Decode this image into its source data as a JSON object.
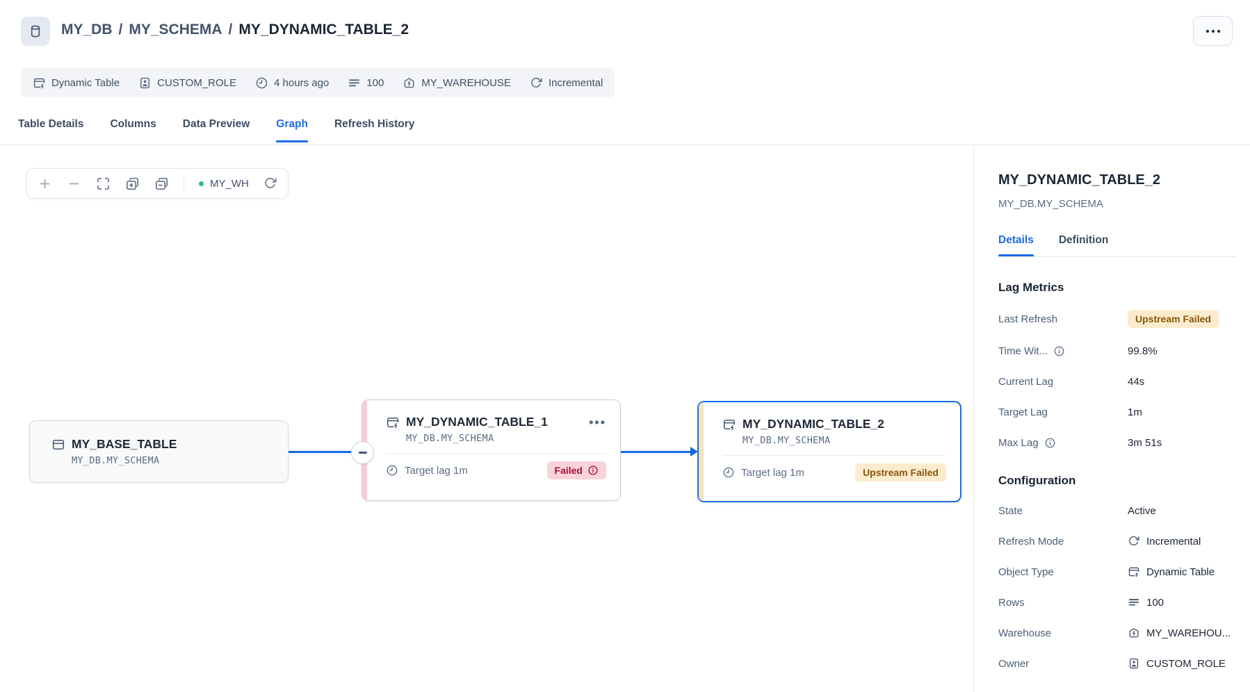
{
  "header": {
    "breadcrumb": [
      "MY_DB",
      "MY_SCHEMA"
    ],
    "separator": "/",
    "title": "MY_DYNAMIC_TABLE_2"
  },
  "metadata": {
    "items": [
      {
        "icon": "dynamic-table-icon",
        "label": "Dynamic Table"
      },
      {
        "icon": "role-icon",
        "label": "CUSTOM_ROLE"
      },
      {
        "icon": "clock-icon",
        "label": "4 hours ago"
      },
      {
        "icon": "rows-icon",
        "label": "100"
      },
      {
        "icon": "warehouse-icon",
        "label": "MY_WAREHOUSE"
      },
      {
        "icon": "refresh-icon",
        "label": "Incremental"
      }
    ]
  },
  "tabs": {
    "items": [
      "Table Details",
      "Columns",
      "Data Preview",
      "Graph",
      "Refresh History"
    ],
    "active": "Graph"
  },
  "graph": {
    "toolbar": {
      "warehouse": "MY_WH"
    },
    "nodes": [
      {
        "name": "MY_BASE_TABLE",
        "schema": "MY_DB.MY_SCHEMA"
      },
      {
        "name": "MY_DYNAMIC_TABLE_1",
        "schema": "MY_DB.MY_SCHEMA",
        "lag": "Target lag 1m",
        "status": "Failed"
      },
      {
        "name": "MY_DYNAMIC_TABLE_2",
        "schema": "MY_DB.MY_SCHEMA",
        "lag": "Target lag 1m",
        "status": "Upstream Failed"
      }
    ]
  },
  "panel": {
    "title": "MY_DYNAMIC_TABLE_2",
    "schema": "MY_DB.MY_SCHEMA",
    "tabs": [
      "Details",
      "Definition"
    ],
    "active_tab": "Details",
    "lag_metrics": {
      "heading": "Lag Metrics",
      "rows": [
        {
          "label": "Last Refresh",
          "value": "Upstream Failed"
        },
        {
          "label": "Time Wit...",
          "value": "99.8%"
        },
        {
          "label": "Current Lag",
          "value": "44s"
        },
        {
          "label": "Target Lag",
          "value": "1m"
        },
        {
          "label": "Max Lag",
          "value": "3m 51s"
        }
      ]
    },
    "configuration": {
      "heading": "Configuration",
      "rows": [
        {
          "label": "State",
          "value": "Active"
        },
        {
          "label": "Refresh Mode",
          "value": "Incremental",
          "icon": "refresh-icon"
        },
        {
          "label": "Object Type",
          "value": "Dynamic Table",
          "icon": "dynamic-table-icon"
        },
        {
          "label": "Rows",
          "value": "100",
          "icon": "rows-icon"
        },
        {
          "label": "Warehouse",
          "value": "MY_WAREHOU...",
          "icon": "warehouse-icon"
        },
        {
          "label": "Owner",
          "value": "CUSTOM_ROLE",
          "icon": "role-icon"
        }
      ]
    }
  },
  "colors": {
    "accent_blue": "#1a6ce7",
    "edge_blue": "#1568e3",
    "failed_bg": "#f9d2da",
    "failed_text": "#ab0d3c",
    "upstream_bg": "#fceccd",
    "upstream_text": "#8a560a",
    "stripe_pink": "#f7cdd6",
    "stripe_amber": "#f8e3bf",
    "warehouse_dot_green": "#2bbd8e"
  }
}
